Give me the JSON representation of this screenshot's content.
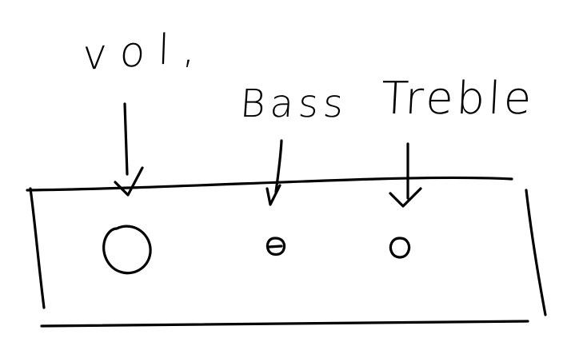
{
  "sketch": {
    "labels": {
      "volume": "vol,",
      "bass": "Bass",
      "treble": "Treble"
    },
    "knobs": [
      {
        "name": "volume-knob",
        "size": "large"
      },
      {
        "name": "bass-knob",
        "size": "small"
      },
      {
        "name": "treble-knob",
        "size": "small"
      }
    ]
  },
  "colors": {
    "ink": "#000000",
    "paper": "#ffffff"
  }
}
